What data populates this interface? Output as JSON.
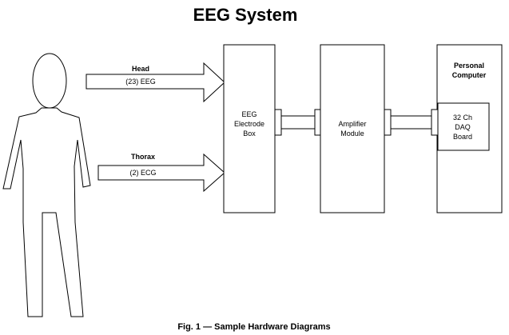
{
  "title": "EEG System",
  "inputs": {
    "head": {
      "label": "Head",
      "signal": "(23) EEG"
    },
    "thorax": {
      "label": "Thorax",
      "signal": "(2) ECG"
    }
  },
  "electrode_box": {
    "lines": [
      "EEG",
      "Electrode",
      "Box"
    ]
  },
  "amplifier": {
    "lines": [
      "Amplifier",
      "Module"
    ]
  },
  "computer": {
    "lines": [
      "Personal",
      "Computer"
    ],
    "daq_board": {
      "lines": [
        "32 Ch",
        "DAQ",
        "Board"
      ]
    }
  },
  "caption": "Fig. 1 — Sample Hardware Diagrams"
}
